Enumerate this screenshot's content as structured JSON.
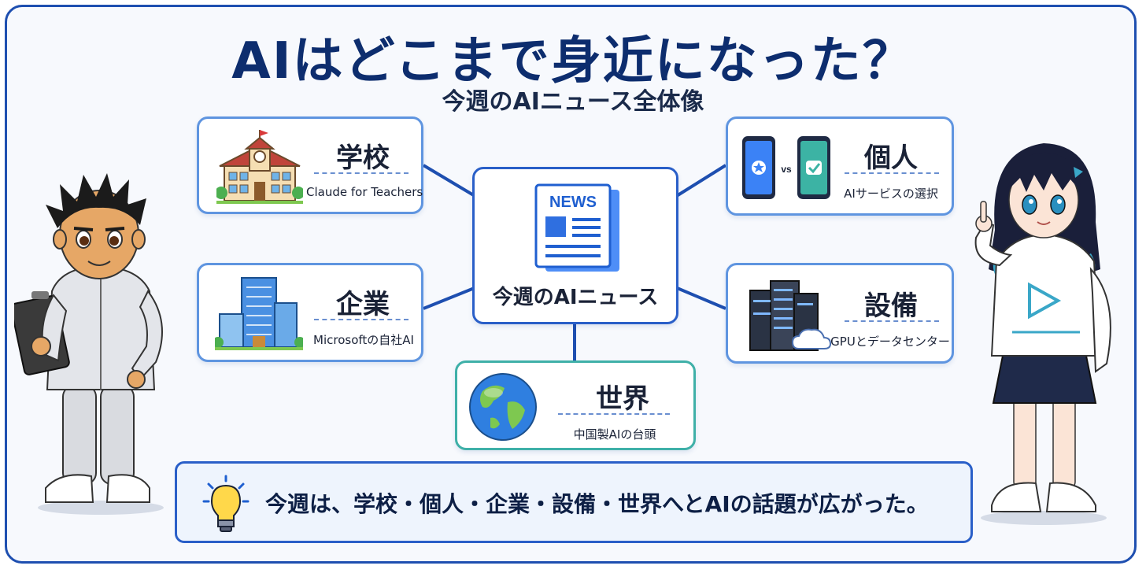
{
  "title": "AIはどこまで身近になった？",
  "subtitle": "今週のAIニュース全体像",
  "hub": {
    "label": "今週のAIニュース",
    "icon": "newspaper-icon",
    "news_tag": "NEWS"
  },
  "cards": {
    "school": {
      "heading": "学校",
      "description": "Claude for Teachers",
      "icon": "school-building-icon"
    },
    "company": {
      "heading": "企業",
      "description": "Microsoftの自社AI",
      "icon": "office-building-icon"
    },
    "personal": {
      "heading": "個人",
      "description": "AIサービスの選択",
      "icon": "smartphones-compare-icon",
      "vs_label": "vs"
    },
    "facility": {
      "heading": "設備",
      "description": "GPUとデータセンター",
      "icon": "server-rack-icon"
    },
    "world": {
      "heading": "世界",
      "description": "中国製AIの台頭",
      "icon": "globe-icon"
    }
  },
  "summary": {
    "text": "今週は、学校・個人・企業・設備・世界へとAIの話題が広がった。",
    "icon": "lightbulb-icon"
  },
  "colors": {
    "title": "#0d2d6e",
    "frame": "#1e4fb0",
    "card_border": "#5f95e0",
    "world_border": "#3fb0a8",
    "connector": "#1e4fb0"
  }
}
